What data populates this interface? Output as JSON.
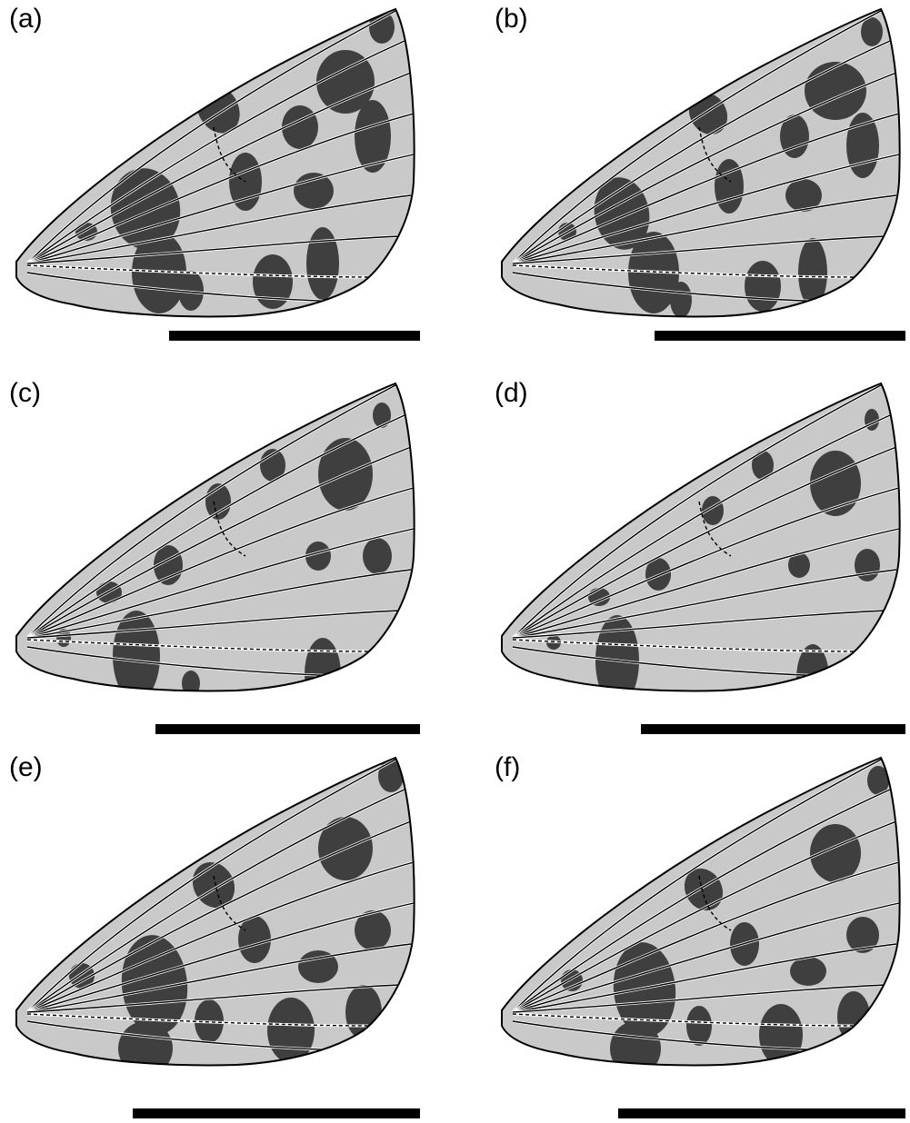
{
  "colors": {
    "wing_background": "#c9c9c9",
    "pattern_dark": "#3f3f3f",
    "outline": "#000000",
    "vein_dashed": "#ffffff",
    "scale_bar": "#000000"
  },
  "panels": [
    {
      "label": "(a)"
    },
    {
      "label": "(b)"
    },
    {
      "label": "(c)"
    },
    {
      "label": "(d)"
    },
    {
      "label": "(e)"
    },
    {
      "label": "(f)"
    }
  ]
}
